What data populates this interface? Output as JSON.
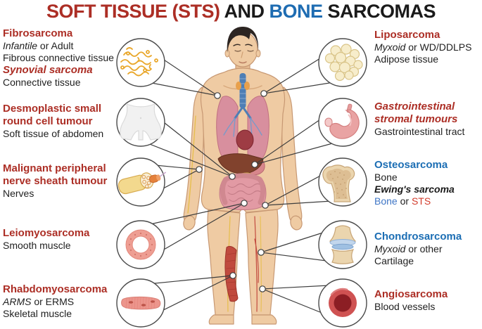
{
  "title": {
    "soft_tissue": "SOFT TISSUE (STS) ",
    "and": "AND ",
    "bone": "BONE ",
    "sarcomas": "SARCOMAS"
  },
  "colors": {
    "accent_red": "#ac2e25",
    "accent_blue": "#1c6eb4",
    "inline_blue": "#3f76c6",
    "inline_red": "#d23b2b",
    "text_dark": "#1a1a1a"
  },
  "left_entries": [
    {
      "name": "Fibrosarcoma",
      "sub_italic": "Infantile",
      "sub_rest": " or Adult",
      "tissue": "Fibrous connective tissue",
      "name2": "Synovial sarcoma",
      "tissue2": "Connective tissue",
      "icon": "fibrous-tissue-icon"
    },
    {
      "name": "Desmoplastic small round cell tumour",
      "tissue": "Soft tissue of abdomen",
      "icon": "abdomen-icon"
    },
    {
      "name": "Malignant peripheral nerve sheath tumour",
      "tissue": "Nerves",
      "icon": "nerve-icon"
    },
    {
      "name": "Leiomyosarcoma",
      "tissue": "Smooth muscle",
      "icon": "smooth-muscle-icon"
    },
    {
      "name": "Rhabdomyosarcoma",
      "sub_italic": "ARMS",
      "sub_rest": " or ERMS",
      "tissue": "Skeletal muscle",
      "icon": "skeletal-muscle-icon"
    }
  ],
  "right_entries": [
    {
      "name": "Liposarcoma",
      "sub_italic": "Myxoid",
      "sub_rest": " or WD/DDLPS",
      "tissue": "Adipose tissue",
      "icon": "adipose-tissue-icon"
    },
    {
      "name": "Gastrointestinal stromal tumours",
      "tissue": "Gastrointestinal tract",
      "icon": "stomach-icon"
    },
    {
      "name": "Osteosarcoma",
      "tissue": "Bone",
      "name2": "Ewing's sarcoma",
      "tissue2_blue": "Bone",
      "tissue2_mid": " or ",
      "tissue2_red": "STS",
      "icon": "bone-icon"
    },
    {
      "name": "Chondrosarcoma",
      "sub_italic": "Myxoid",
      "sub_rest": " or other",
      "tissue": "Cartilage",
      "icon": "cartilage-joint-icon"
    },
    {
      "name": "Angiosarcoma",
      "tissue": "Blood vessels",
      "icon": "blood-vessel-icon"
    }
  ]
}
